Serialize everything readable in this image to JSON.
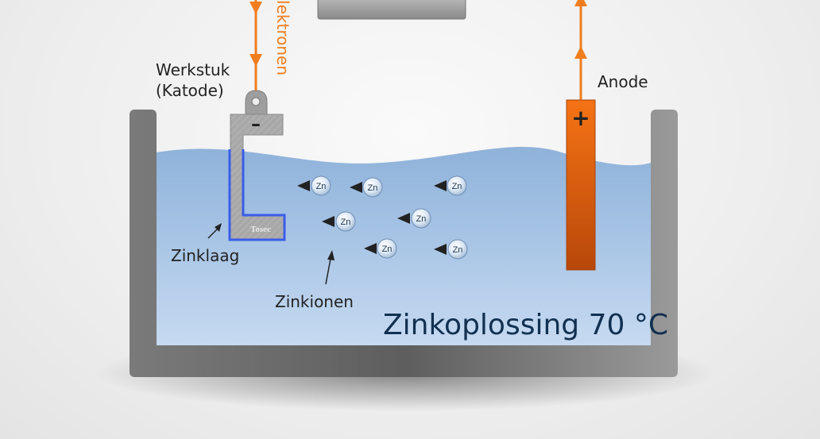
{
  "labels": {
    "workpiece_line1": "Werkstuk",
    "workpiece_line2": "(Katode)",
    "electrons": "Elektronen",
    "anode": "Anode",
    "zinc_layer": "Zinklaag",
    "zinc_ions": "Zinkionen",
    "solution": "Zinkoplossing 70 °C",
    "cathode_sign": "–",
    "anode_sign": "+",
    "brand": "Tosec"
  },
  "ions": [
    "Zn",
    "Zn",
    "Zn",
    "Zn",
    "Zn",
    "Zn",
    "Zn"
  ],
  "colors": {
    "electron_arrow": "#f07d1e",
    "anode": "#e8650c",
    "zinc_layer": "#3a5de8",
    "liquid": "#9cbde0",
    "tank": "#7d7d7d"
  }
}
